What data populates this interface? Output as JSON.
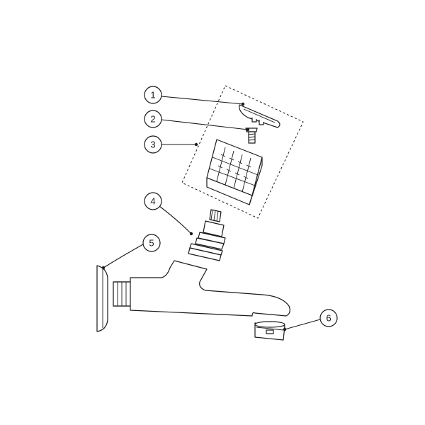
{
  "diagram": {
    "callouts": [
      {
        "id": "1",
        "label": "1"
      },
      {
        "id": "2",
        "label": "2"
      },
      {
        "id": "3",
        "label": "3"
      },
      {
        "id": "4",
        "label": "4"
      },
      {
        "id": "5",
        "label": "5"
      },
      {
        "id": "6",
        "label": "6"
      }
    ],
    "parts": [
      {
        "callout": "1",
        "icon": "handle-cap-icon"
      },
      {
        "callout": "2",
        "icon": "screw-icon"
      },
      {
        "callout": "3",
        "icon": "handle-block-icon"
      },
      {
        "callout": "4",
        "icon": "cartridge-stem-icon"
      },
      {
        "callout": "5",
        "icon": "wall-flange-icon"
      },
      {
        "callout": "6",
        "icon": "aerator-icon"
      }
    ],
    "line_color": "#1a1a1a",
    "background": "#ffffff"
  }
}
